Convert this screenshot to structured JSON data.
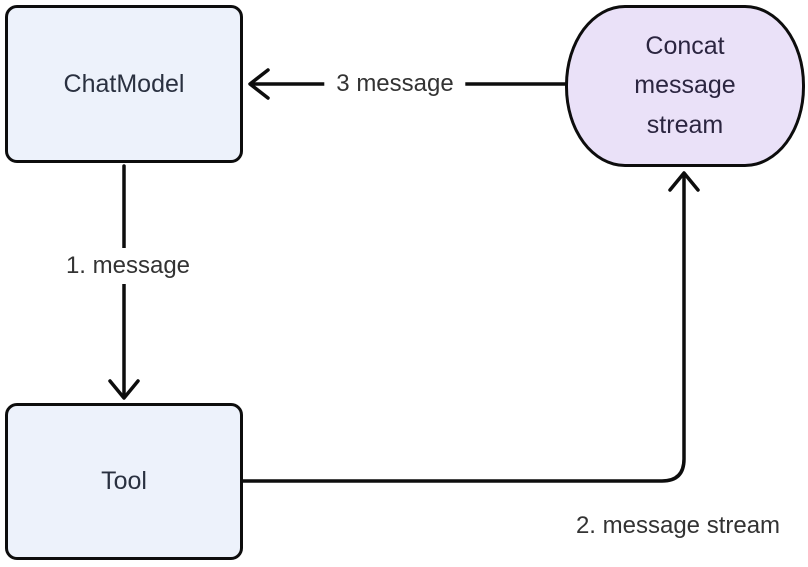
{
  "diagram": {
    "background_color": "#ffffff",
    "stroke_color": "#0d0d0d",
    "edge_label_color": "#333333",
    "nodes": {
      "chat_model": {
        "label": "ChatModel",
        "shape": "rounded-rectangle",
        "fill": "#edf2fb",
        "text_color": "#2a3140"
      },
      "tool": {
        "label": "Tool",
        "shape": "rounded-rectangle",
        "fill": "#edf2fb",
        "text_color": "#2a3140"
      },
      "concat_message_stream": {
        "label": "Concat message stream",
        "shape": "stadium",
        "fill": "#eae1f8",
        "text_color": "#2b2540"
      }
    },
    "edges": [
      {
        "label": "1. message",
        "from": "ChatModel",
        "to": "Tool",
        "direction": "down"
      },
      {
        "label": "2. message stream",
        "from": "Tool",
        "to": "Concat message stream",
        "direction": "right-then-up"
      },
      {
        "label": "3 message",
        "from": "Concat message stream",
        "to": "ChatModel",
        "direction": "left"
      }
    ]
  }
}
